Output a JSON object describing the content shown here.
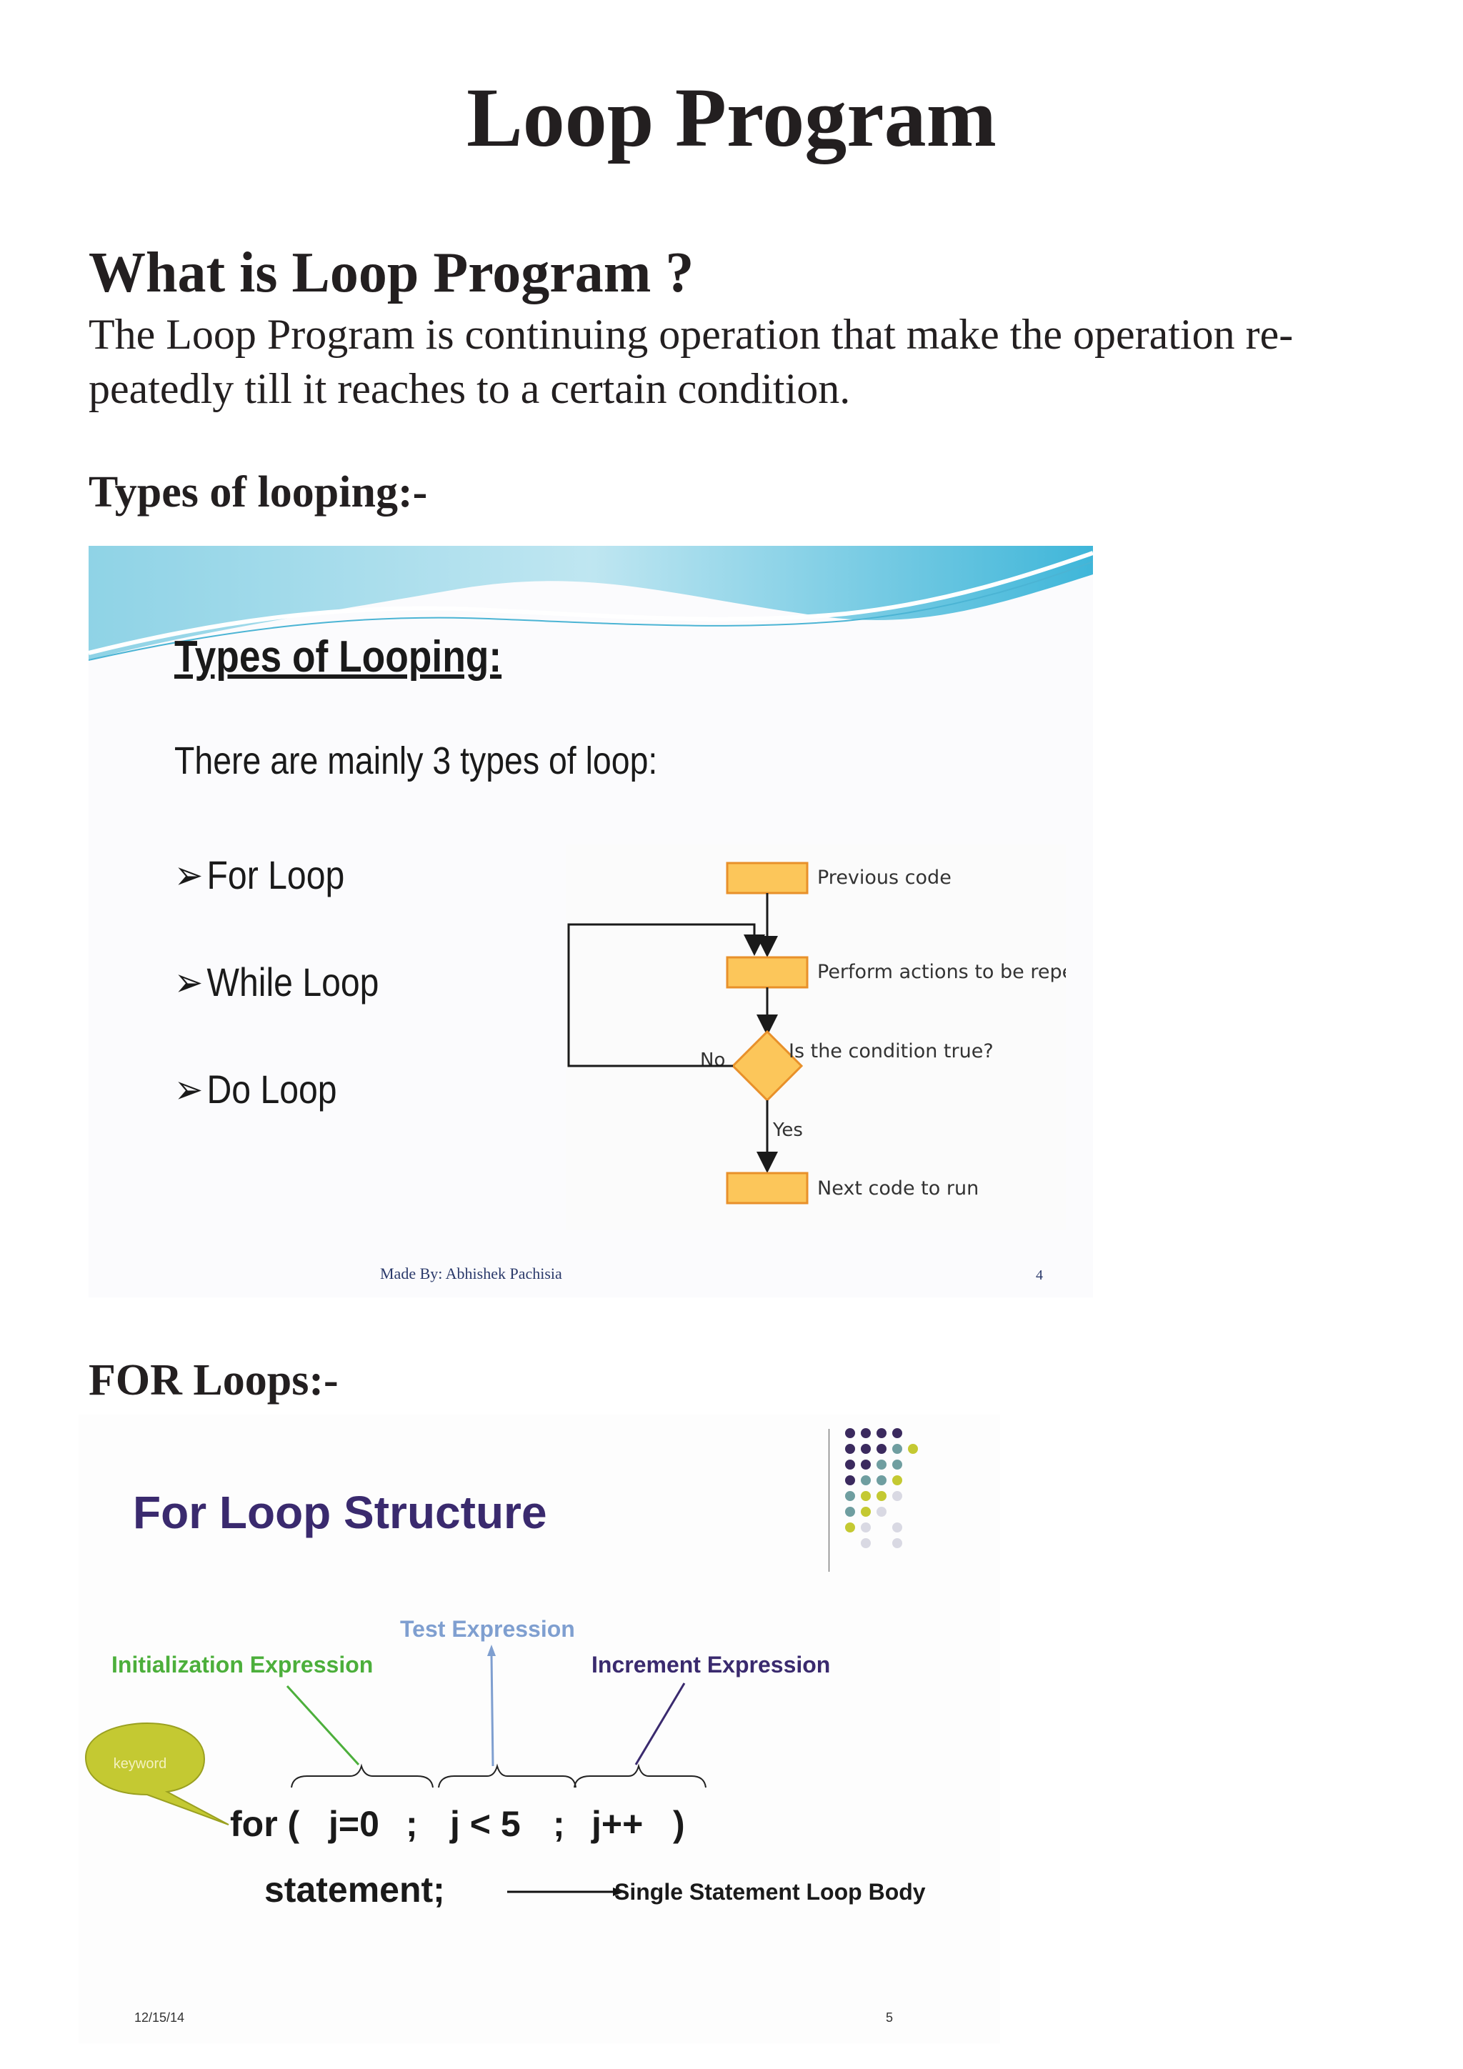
{
  "page": {
    "title": "Loop Program",
    "section_heading": "What is Loop Program ?",
    "intro_line1": "The Loop Program is continuing operation that make the operation re-",
    "intro_line2": "peatedly till it reaches to a certain condition.",
    "types_heading": "Types of looping:-",
    "for_heading": "FOR Loops:-"
  },
  "slide1": {
    "title": "Types of Looping:",
    "intro": "There are mainly 3 types of loop:",
    "bullet_glyph": "➢",
    "items": [
      "For Loop",
      "While Loop",
      "Do Loop"
    ],
    "flowchart": {
      "previous": "Previous code",
      "perform": "Perform actions to be repeated",
      "condition": "Is the condition true?",
      "no": "No",
      "yes": "Yes",
      "next": "Next code to run"
    },
    "footer": "Made By: Abhishek Pachisia",
    "page_number": "4",
    "colors": {
      "box_fill": "#fcc65a",
      "box_stroke": "#e8902a",
      "wave": "#5ec7e0"
    }
  },
  "slide2": {
    "title": "For Loop Structure",
    "labels": {
      "initialization": "Initialization Expression",
      "test": "Test Expression",
      "increment": "Increment Expression",
      "keyword": "keyword",
      "body": "Single Statement Loop Body"
    },
    "code": {
      "for": "for (",
      "init": "j=0",
      "semi1": ";",
      "test": "j < 5",
      "semi2": ";",
      "incr": "j++",
      "close": ")",
      "statement": "statement;"
    },
    "date": "12/15/14",
    "page_number": "5",
    "colors": {
      "title": "#3a2a6e",
      "init": "#4caf3b",
      "test": "#7f9fd0",
      "incr": "#3a2a6e",
      "keyword_bubble": "#c4c932"
    }
  }
}
